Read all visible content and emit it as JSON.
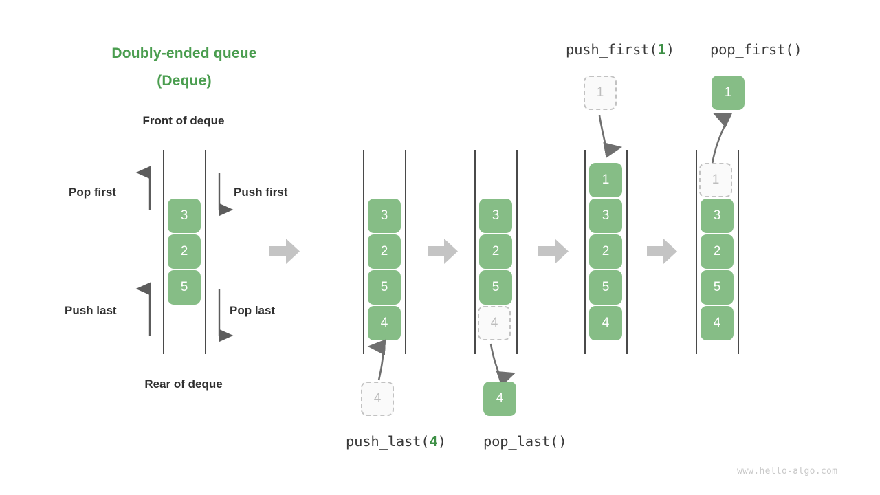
{
  "title": {
    "line1": "Doubly-ended queue",
    "line2": "(Deque)"
  },
  "labels": {
    "front": "Front of deque",
    "rear": "Rear of deque",
    "pop_first": "Pop first",
    "push_first": "Push first",
    "push_last": "Push last",
    "pop_last": "Pop last"
  },
  "captions": {
    "push_last_name": "push_last(",
    "push_last_arg": "4",
    "push_last_close": ")",
    "pop_last": "pop_last()",
    "push_first_name": "push_first(",
    "push_first_arg": "1",
    "push_first_close": ")",
    "pop_first": "pop_first()"
  },
  "panels": {
    "overview": {
      "items": [
        "3",
        "2",
        "5"
      ]
    },
    "push_last": {
      "items": [
        "3",
        "2",
        "5",
        "4"
      ],
      "incoming": "4"
    },
    "pop_last": {
      "items": [
        "3",
        "2",
        "5"
      ],
      "ghost": "4",
      "outgoing": "4"
    },
    "push_first": {
      "items": [
        "1",
        "3",
        "2",
        "5",
        "4"
      ],
      "incoming": "1"
    },
    "pop_first": {
      "ghost": "1",
      "items": [
        "3",
        "2",
        "5",
        "4"
      ],
      "outgoing": "1"
    }
  },
  "colors": {
    "accent_green": "#4a9d4f",
    "box_green": "#86bd86",
    "ghost_border": "#c2c2c2",
    "arrow_gray": "#7d7d7d",
    "transition_arrow": "#c4c4c4",
    "rail": "#4a4a4a",
    "text_dark": "#2f2f2f"
  },
  "footer": {
    "watermark": "www.hello-algo.com"
  }
}
